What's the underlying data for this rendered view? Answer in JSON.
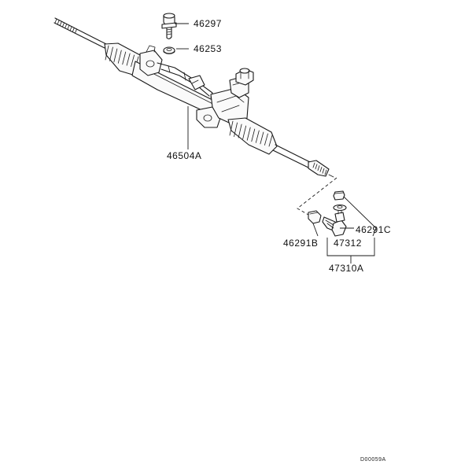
{
  "diagram": {
    "parts": [
      {
        "id": "bolt",
        "label": "46297"
      },
      {
        "id": "washer",
        "label": "46253"
      },
      {
        "id": "gear-assembly",
        "label": "46504A"
      },
      {
        "id": "nut-outer",
        "label": "46291C"
      },
      {
        "id": "nut-inner",
        "label": "46291B"
      },
      {
        "id": "tie-rod-end",
        "label": "47312"
      },
      {
        "id": "tie-rod-end-kit",
        "label": "47310A"
      }
    ],
    "diagram_id": "D00059A"
  }
}
